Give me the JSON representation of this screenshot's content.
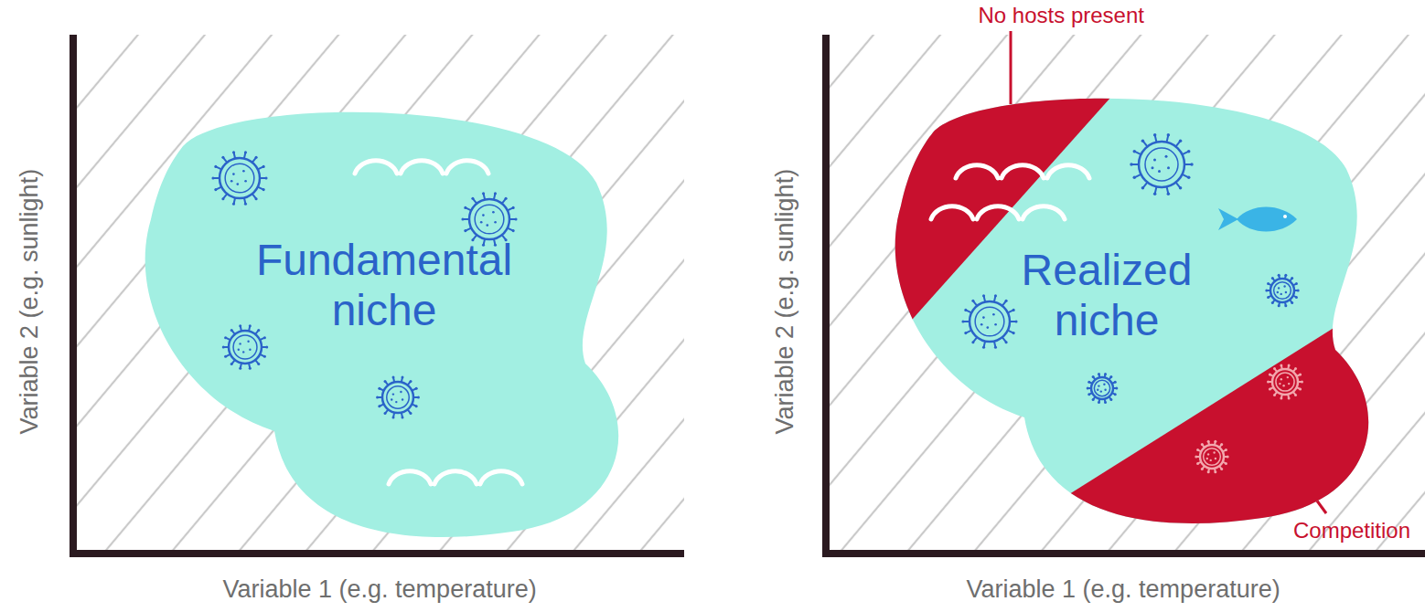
{
  "diagram": {
    "nodes": [
      {
        "text": [
          "Fundamental niche"
        ]
      },
      {
        "text": [
          "Realized niche"
        ]
      }
    ],
    "labels": [
      "Variable 2 (e.g. sunlight)",
      "Variable 1 (e.g. temperature)",
      "No hosts present",
      "Competition",
      "Variable 2 (e.g. sunlight)",
      "Variable 1 (e.g. temperature)"
    ]
  }
}
